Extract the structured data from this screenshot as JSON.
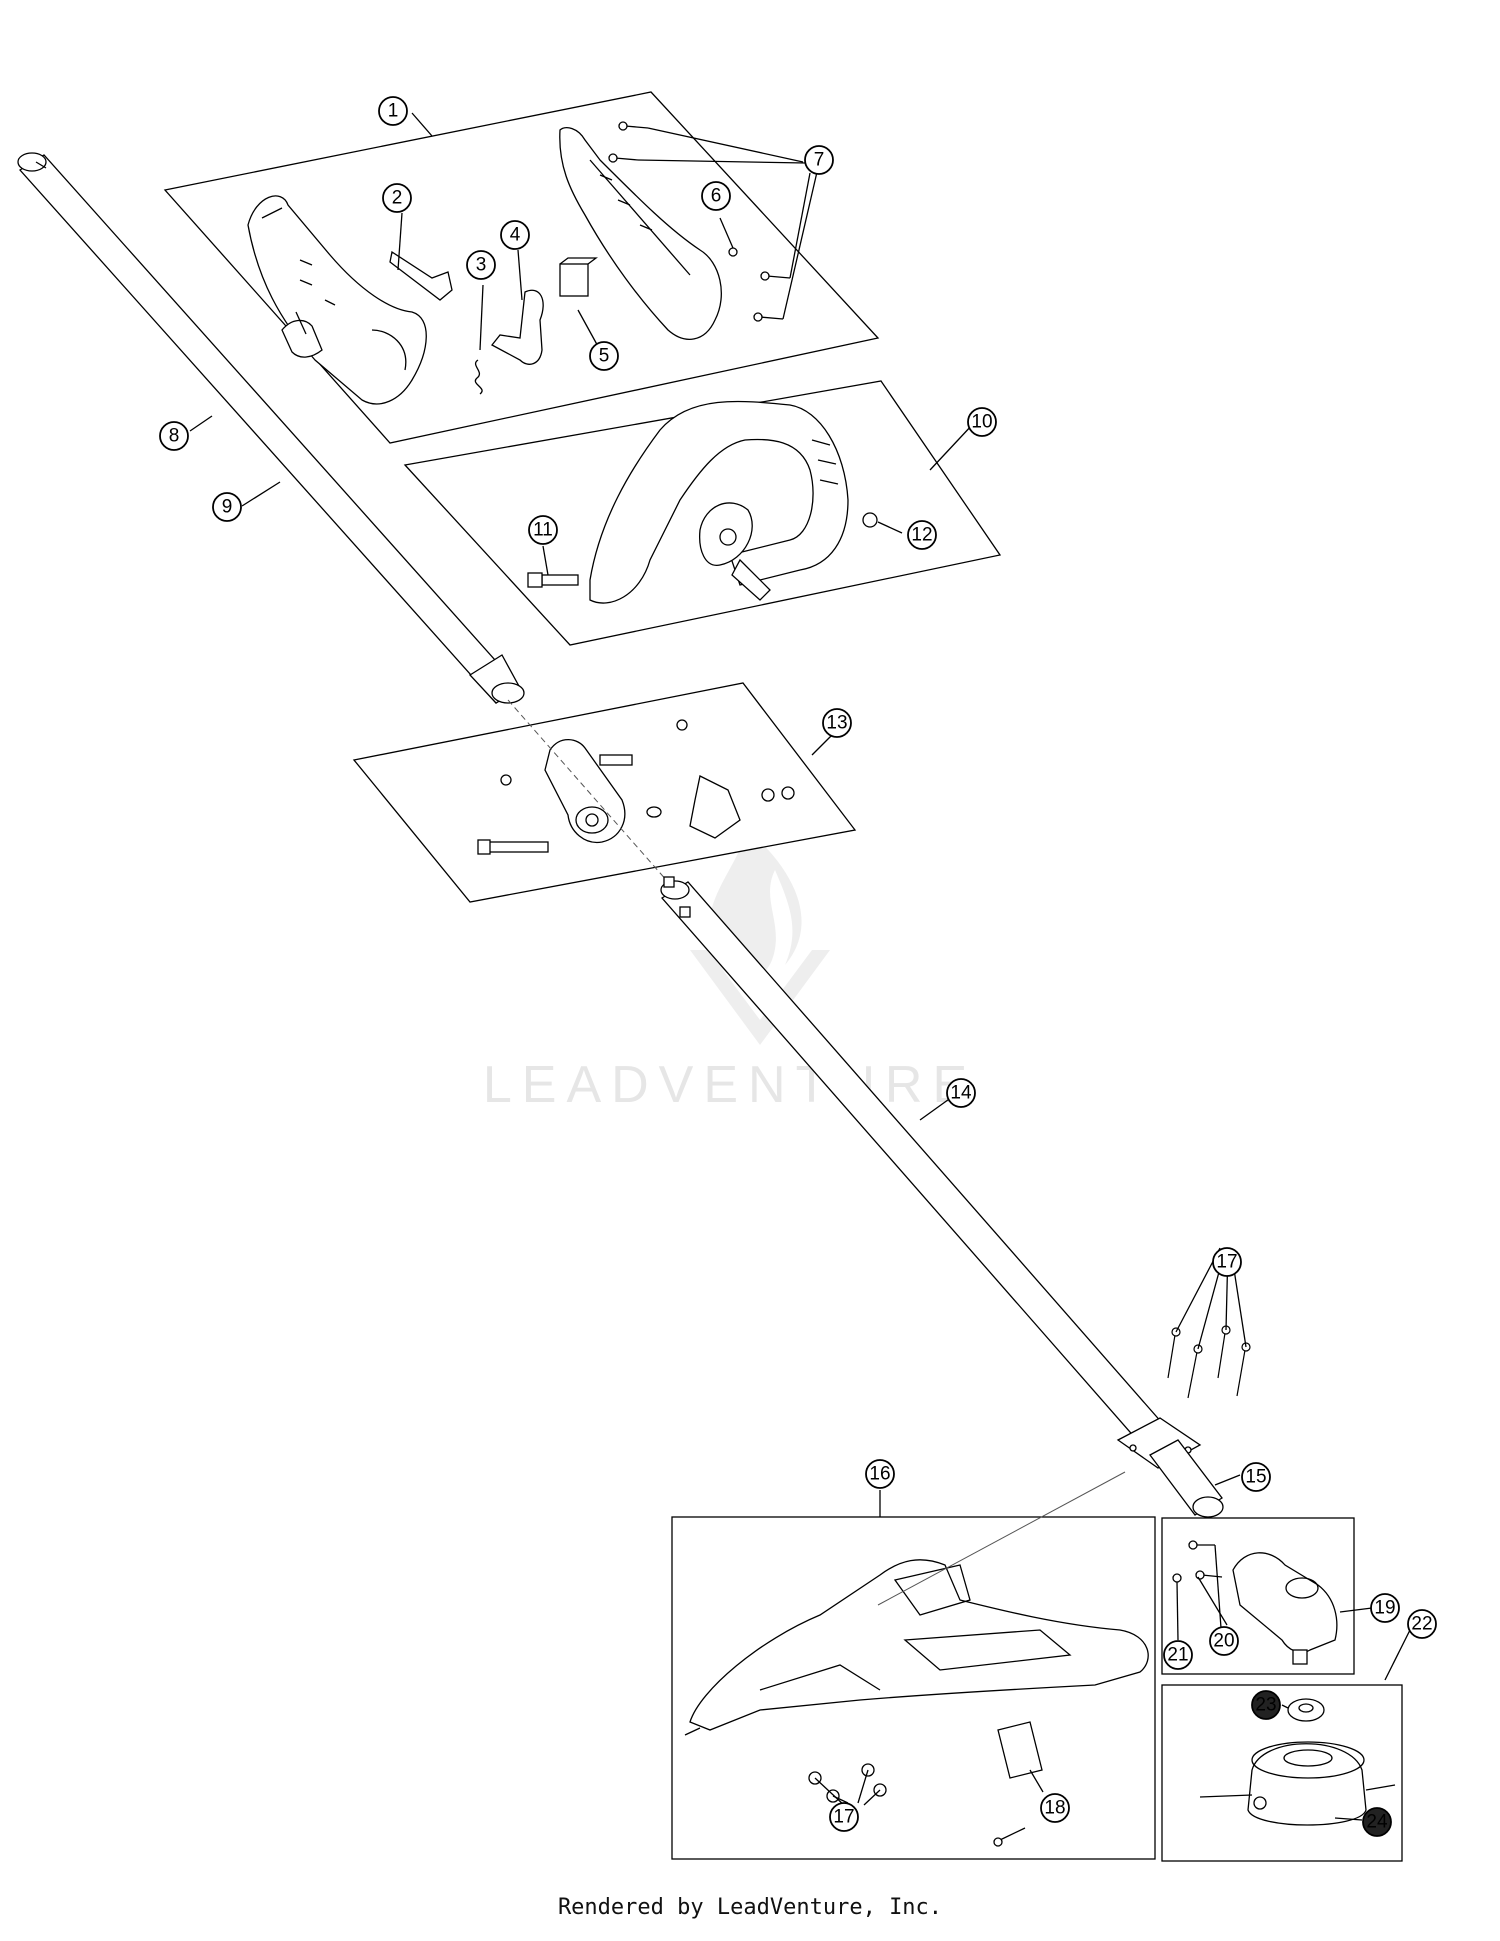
{
  "watermark": {
    "text": "LEADVENTURE",
    "icon": "flame-v-logo-icon"
  },
  "footer": {
    "text": "Rendered by LeadVenture, Inc."
  },
  "callouts": [
    "1",
    "2",
    "3",
    "4",
    "5",
    "6",
    "7",
    "8",
    "9",
    "10",
    "11",
    "12",
    "13",
    "14",
    "15",
    "16",
    "17",
    "18",
    "19",
    "20",
    "21",
    "22",
    "23",
    "24"
  ],
  "colors": {
    "line": "#000000",
    "watermark": "#e6e6e6",
    "part_fill": "#ffffff"
  }
}
